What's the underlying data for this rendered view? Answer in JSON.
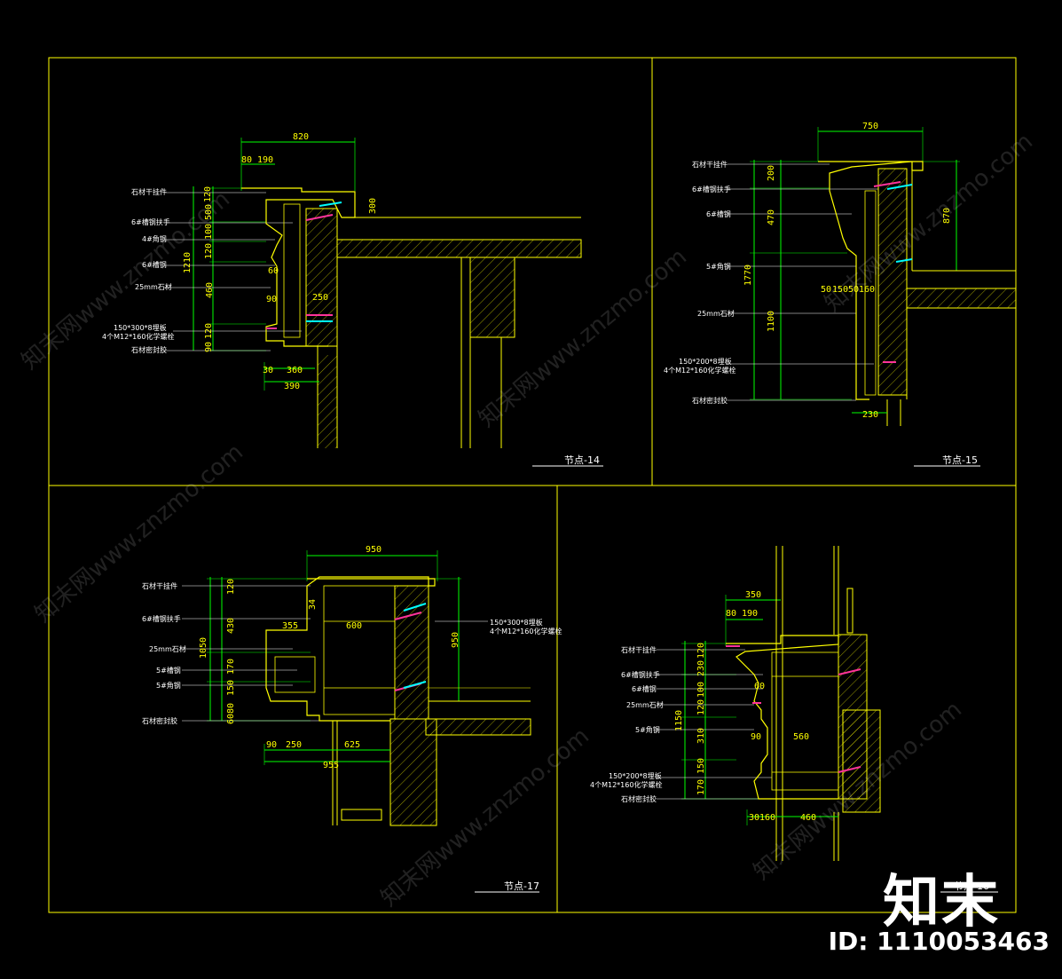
{
  "panels": [
    {
      "title": "节点-14",
      "labels": [
        "石材干挂件",
        "6#槽钢扶手",
        "4#角钢",
        "6#槽钢",
        "25mm石材",
        "150*300*8埋板",
        "4个M12*160化学螺栓",
        "石材密封胶"
      ],
      "dims": [
        "820",
        "80",
        "190",
        "120",
        "300",
        "500",
        "100",
        "120",
        "1210",
        "60",
        "460",
        "90",
        "250",
        "120",
        "90",
        "30",
        "360",
        "390"
      ]
    },
    {
      "title": "节点-15",
      "labels": [
        "石材干挂件",
        "6#槽钢扶手",
        "6#槽钢",
        "5#角钢",
        "25mm石材",
        "150*200*8埋板",
        "4个M12*160化学螺栓",
        "石材密封胶"
      ],
      "dims": [
        "750",
        "200",
        "470",
        "870",
        "1770",
        "50",
        "150",
        "50",
        "160",
        "1100",
        "230"
      ]
    },
    {
      "title": "节点-17",
      "labels": [
        "石材干挂件",
        "6#槽钢扶手",
        "25mm石材",
        "5#槽钢",
        "5#角钢",
        "石材密封胶",
        "150*300*8埋板",
        "4个M12*160化学螺栓"
      ],
      "dims": [
        "950",
        "120",
        "430",
        "1050",
        "170",
        "150",
        "80",
        "60",
        "355",
        "600",
        "950",
        "90",
        "250",
        "625",
        "955",
        "34"
      ]
    },
    {
      "title": "节点-16",
      "labels": [
        "石材干挂件",
        "6#槽钢扶手",
        "6#槽钢",
        "25mm石材",
        "5#角钢",
        "150*200*8埋板",
        "4个M12*160化学螺栓",
        "石材密封胶"
      ],
      "dims": [
        "350",
        "80",
        "190",
        "120",
        "230",
        "100",
        "120",
        "1150",
        "310",
        "150",
        "170",
        "60",
        "90",
        "560",
        "30",
        "160",
        "460"
      ]
    }
  ],
  "watermarks": [
    "知末网www.znzmo.com",
    "知末网www.znzmo.com",
    "知末网www.znzmo.com",
    "知末网www.znzmo.com",
    "知末网www.znzmo.com",
    "知末网www.znzmo.com"
  ],
  "brand": "知末",
  "id_label": "ID: 1110053463",
  "colors": {
    "background": "#000000",
    "lines": "#ffff00",
    "green": "#00ff00",
    "magenta": "#ff3399",
    "cyan": "#00ffff",
    "labels": "#ffffff"
  }
}
